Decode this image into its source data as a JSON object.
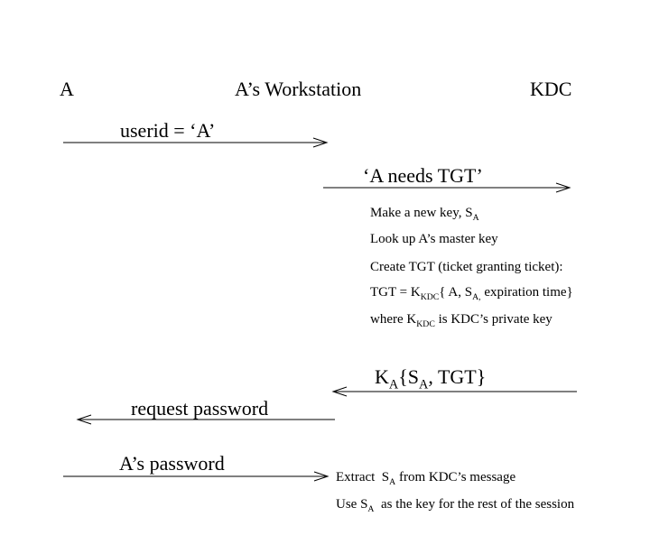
{
  "colors": {
    "background": "#ffffff",
    "foreground": "#000000"
  },
  "actors": [
    {
      "label": "A"
    },
    {
      "label": "A’s Workstation"
    },
    {
      "label": "KDC"
    }
  ],
  "messages": [
    {
      "from": "A",
      "to": "A’s Workstation",
      "direction": "right",
      "label": "userid = ‘A’"
    },
    {
      "from": "A’s Workstation",
      "to": "KDC",
      "direction": "right",
      "label": "‘A needs TGT’"
    },
    {
      "from": "KDC",
      "to": "A’s Workstation",
      "direction": "left",
      "label_parts": [
        {
          "t": "K"
        },
        {
          "t": "A",
          "sub": true
        },
        {
          "t": "{S"
        },
        {
          "t": "A",
          "sub": true
        },
        {
          "t": ", TGT}"
        }
      ]
    },
    {
      "from": "A’s Workstation",
      "to": "A",
      "direction": "left",
      "label": "request password"
    },
    {
      "from": "A",
      "to": "A’s Workstation",
      "direction": "right",
      "label": "A’s password"
    }
  ],
  "kdc_notes": [
    {
      "parts": [
        {
          "t": "Make a new key, S"
        },
        {
          "t": "A",
          "sub": true
        }
      ]
    },
    {
      "parts": [
        {
          "t": "Look up A’s master key"
        }
      ]
    },
    {
      "parts": [
        {
          "t": "Create TGT (ticket granting ticket):"
        }
      ]
    },
    {
      "parts": [
        {
          "t": "TGT = K"
        },
        {
          "t": "KDC",
          "sub": true
        },
        {
          "t": "{ A, S"
        },
        {
          "t": "A,",
          "sub": true
        },
        {
          "t": " expiration time}"
        }
      ]
    },
    {
      "parts": [
        {
          "t": "where K"
        },
        {
          "t": "KDC",
          "sub": true
        },
        {
          "t": " is KDC’s private key"
        }
      ]
    }
  ],
  "workstation_notes": [
    {
      "parts": [
        {
          "t": "Extract  S"
        },
        {
          "t": "A",
          "sub": true
        },
        {
          "t": " from KDC’s message"
        }
      ]
    },
    {
      "parts": [
        {
          "t": "Use S"
        },
        {
          "t": "A",
          "sub": true
        },
        {
          "t": "  as the key for the rest of the session"
        }
      ]
    }
  ]
}
